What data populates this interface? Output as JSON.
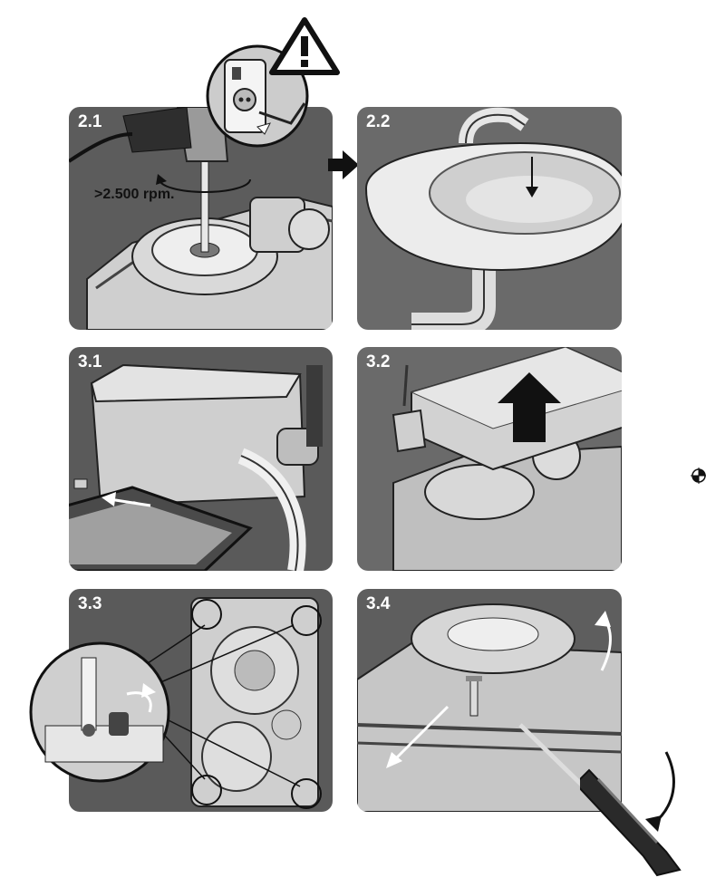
{
  "colors": {
    "panel_bg": "#595959",
    "panel_bg_light": "#7a7a7a",
    "part_light": "#e2e2e2",
    "part_mid": "#b8b8b8",
    "part_dark": "#3a3a3a",
    "label_text": "#ffffff"
  },
  "panels": [
    {
      "step": "2.1",
      "note": ">2.500 rpm."
    },
    {
      "step": "2.2"
    },
    {
      "step": "3.1"
    },
    {
      "step": "3.2"
    },
    {
      "step": "3.3"
    },
    {
      "step": "3.4"
    }
  ],
  "icons": {
    "warning": "warning-triangle-icon",
    "socket": "power-socket-icon"
  }
}
